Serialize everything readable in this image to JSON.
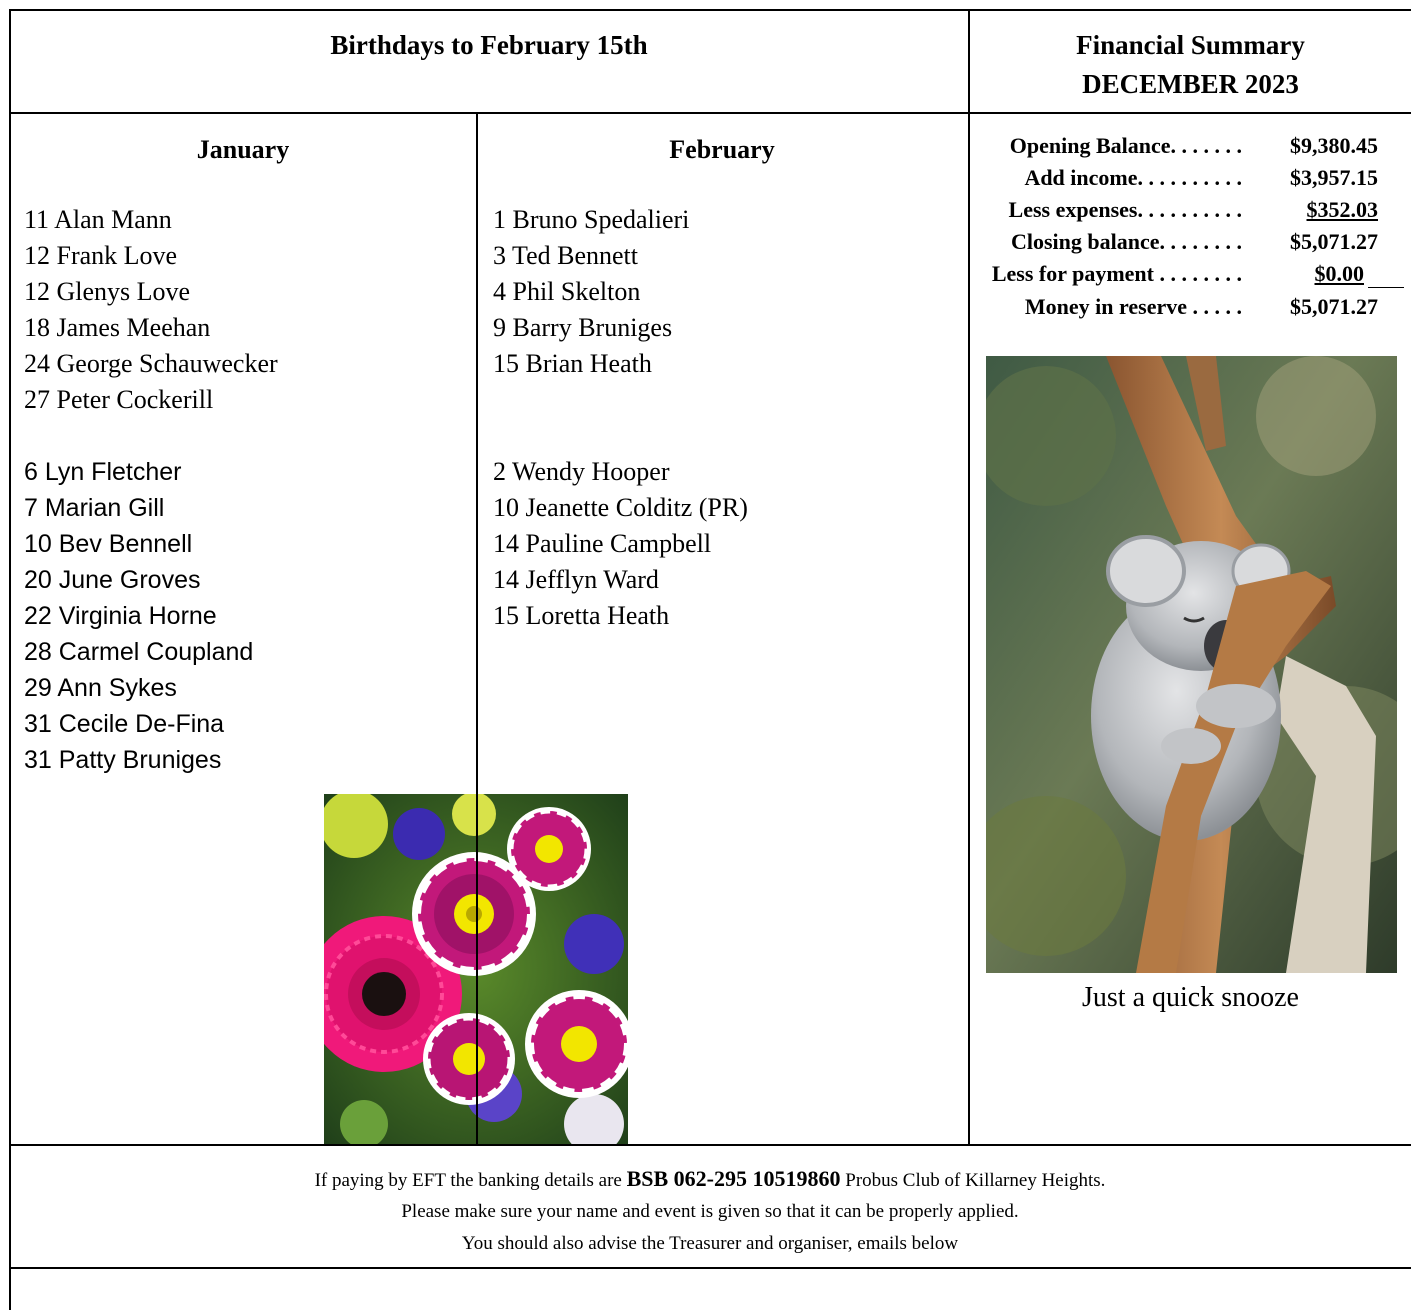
{
  "birthdays": {
    "title": "Birthdays to February 15th",
    "january": {
      "heading": "January",
      "men": [
        "11 Alan Mann",
        "12 Frank Love",
        "12 Glenys Love",
        "18 James Meehan",
        "24 George Schauwecker",
        "27 Peter Cockerill"
      ],
      "women": [
        "6 Lyn Fletcher",
        "7 Marian Gill",
        "10 Bev Bennell",
        "20 June Groves",
        "22 Virginia Horne",
        "28 Carmel Coupland",
        "29 Ann Sykes",
        "31 Cecile De-Fina",
        "31 Patty Bruniges"
      ]
    },
    "february": {
      "heading": "February",
      "men": [
        "1 Bruno Spedalieri",
        "3 Ted Bennett",
        "4 Phil Skelton",
        "9 Barry Bruniges",
        "15 Brian Heath"
      ],
      "women": [
        "2 Wendy Hooper",
        "10 Jeanette Colditz (PR)",
        "14 Pauline Campbell",
        "14 Jefflyn Ward",
        "15 Loretta Heath"
      ]
    }
  },
  "financial": {
    "title_line1": "Financial Summary",
    "title_line2": "DECEMBER 2023",
    "rows": [
      {
        "label": "Opening Balance. . . . . . .",
        "amount": "$9,380.45"
      },
      {
        "label": "Add income. . . . . . . . . .",
        "amount": "$3,957.15"
      },
      {
        "label": "Less expenses. . . . . . . . . .",
        "amount": "$352.03"
      },
      {
        "label": "Closing balance. . . . . . . .",
        "amount": "$5,071.27"
      },
      {
        "label": "Less for payment  . . . . . . . .",
        "amount": "$0.00"
      },
      {
        "label": "Money in reserve  . . . . .",
        "amount": "$5,071.27"
      }
    ],
    "photo_caption": "Just a quick snooze"
  },
  "footer": {
    "line1_prefix": "If paying by EFT the banking details are",
    "bsb": "BSB 062-295 10519860",
    "line1_suffix": "Probus Club of Killarney Heights.",
    "line2": "Please make sure your name and event is given so that it can be properly applied.",
    "line3": "You should  also  advise the Treasurer and organiser, emails below"
  },
  "colors": {
    "flower_magenta": "#c2187a",
    "flower_pink": "#f0197a",
    "flower_yellow": "#f2e600",
    "koala_grey": "#b9bcbf",
    "branch_brown": "#a0673a"
  }
}
